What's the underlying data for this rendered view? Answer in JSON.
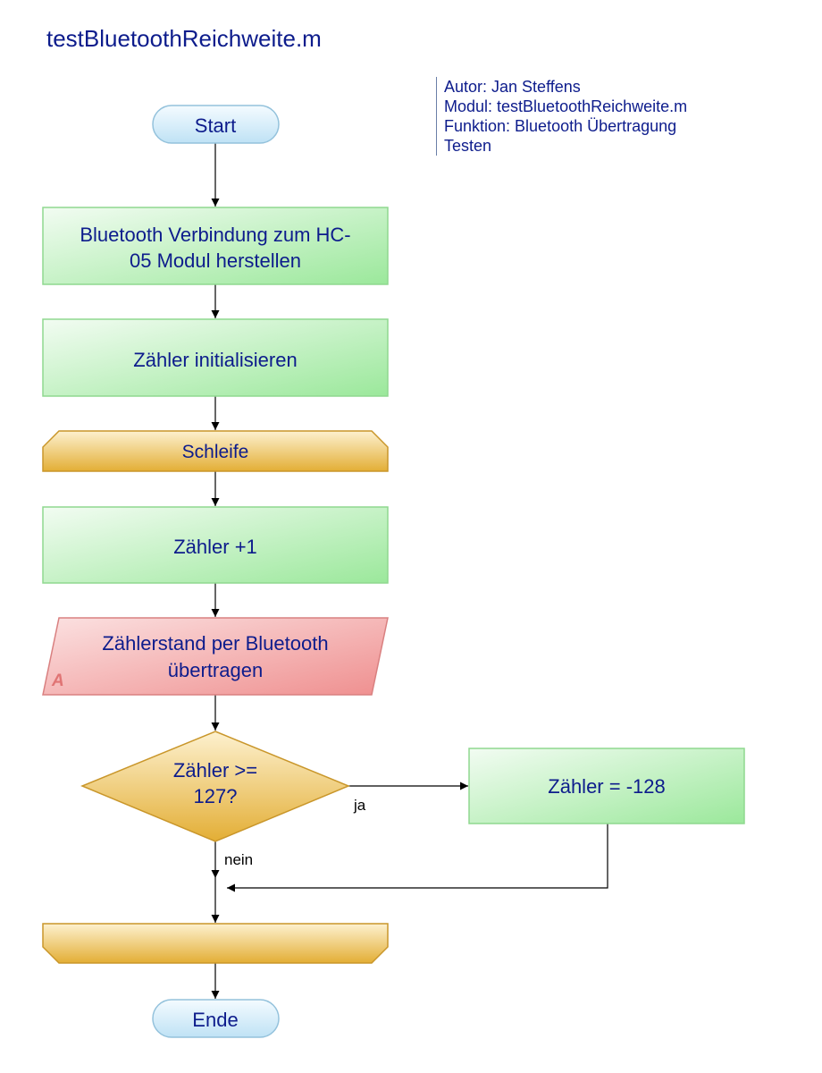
{
  "title": "testBluetoothReichweite.m",
  "comment": {
    "lines": [
      "Autor: Jan Steffens",
      "Modul: testBluetoothReichweite.m",
      "Funktion: Bluetooth Übertragung",
      "Testen"
    ]
  },
  "nodes": {
    "start": "Start",
    "connect_line1": "Bluetooth Verbindung zum HC-",
    "connect_line2": "05 Modul herstellen",
    "init": "Zähler initialisieren",
    "loop": "Schleife",
    "increment": "Zähler +1",
    "send_line1": "Zählerstand per Bluetooth",
    "send_line2": "übertragen",
    "send_marker": "A",
    "decision_line1": "Zähler >=",
    "decision_line2": "127?",
    "reset": "Zähler = -128",
    "end": "Ende"
  },
  "edges": {
    "yes": "ja",
    "no": "nein"
  },
  "colors": {
    "text": "#0d1c8c",
    "process_fill_top": "#f2fcf2",
    "process_fill_bottom": "#9be89b",
    "process_border": "#8fd88f",
    "terminal_fill_top": "#f4fbff",
    "terminal_fill_bottom": "#bfe2f5",
    "terminal_border": "#94c2dc",
    "loop_fill_top": "#fdf1cf",
    "loop_fill_bottom": "#e3ae35",
    "loop_border": "#c9962a",
    "io_fill_top": "#fbe1e1",
    "io_fill_bottom": "#ef8f8f",
    "io_border": "#d98080",
    "decision_fill_top": "#fdf1cf",
    "decision_fill_bottom": "#e3ae35",
    "decision_border": "#c9962a"
  }
}
